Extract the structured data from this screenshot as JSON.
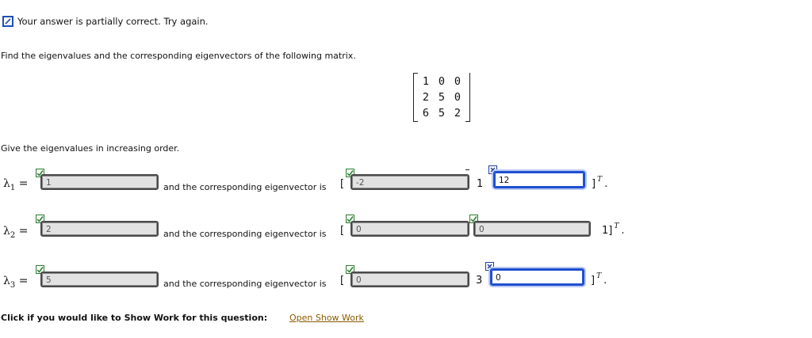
{
  "status": {
    "text": "Your answer is partially correct.  Try again.",
    "icon": "pencil-edit-icon"
  },
  "question": {
    "prompt": "Find the eigenvalues and the corresponding eigenvectors of the following matrix.",
    "matrix": [
      [
        "1",
        "0",
        "0"
      ],
      [
        "2",
        "5",
        "0"
      ],
      [
        "6",
        "5",
        "2"
      ]
    ],
    "instruction": "Give the eigenvalues in increasing order."
  },
  "rows": [
    {
      "lambda_symbol": "λ",
      "lambda_index": "1",
      "eq": "=",
      "value": "1",
      "vector_label": "and the corresponding eigenvector is",
      "open": "[",
      "comp1": "-2",
      "fixed": "1",
      "comp3": "12",
      "close": "]",
      "sup": "T",
      "period": "."
    },
    {
      "lambda_symbol": "λ",
      "lambda_index": "2",
      "eq": "=",
      "value": "2",
      "vector_label": "and the corresponding eigenvector is",
      "open": "[",
      "comp1": "0",
      "comp2": "0",
      "fixed": "1",
      "close": "]",
      "sup": "T",
      "period": "."
    },
    {
      "lambda_symbol": "λ",
      "lambda_index": "3",
      "eq": "=",
      "value": "5",
      "vector_label": "and the corresponding eigenvector is",
      "open": "[",
      "comp1": "0",
      "fixed": "3",
      "comp3": "0",
      "close": "]",
      "sup": "T",
      "period": "."
    }
  ],
  "show_work": {
    "label": "Click if you would like to Show Work for this question:",
    "link": "Open Show Work"
  },
  "colors": {
    "correct": "#2e7d32",
    "incorrect_border": "#1f4fd0",
    "link": "#8a5a00"
  }
}
